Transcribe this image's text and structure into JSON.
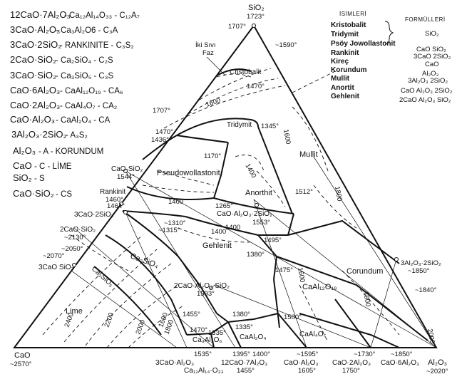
{
  "abbreviations": [
    {
      "formula": "12CaO·7Al₂O₃",
      "mineral": "- Ca₁₂Al₁₄O₃₃ - C₁₂A₇"
    },
    {
      "formula": "3CaO·Al₂O₃",
      "mineral": "- Ca₃Al₂O6 - C₃A"
    },
    {
      "formula": "3CaO·2SiO₂",
      "mineral": "- RANKINITE - C₃S₂"
    },
    {
      "formula": "2CaO·SiO₂",
      "mineral": "- Ca₂SiO₄ - C₂S"
    },
    {
      "formula": "3CaO·SiO₂",
      "mineral": "- Ca₃SiO₅ - C₃S"
    },
    {
      "formula": "CaO·6Al₂O₃",
      "mineral": "- CaAl₁₂O₁₉ - CA₆"
    },
    {
      "formula": "CaO·2Al₂O₃",
      "mineral": "- CaAl₄O₇ - CA₂"
    },
    {
      "formula": "CaO·Al₂O₃",
      "mineral": "- CaAl₂O₄ - CA"
    },
    {
      "formula": "3Al₂O₃·2SiO₂",
      "mineral": "- A₃S₂"
    },
    {
      "formula": "Al₂O₃",
      "mineral": "- A - KORUNDUM"
    },
    {
      "formula": "CaO",
      "mineral": "- C - LİME"
    },
    {
      "formula": "SiO₂",
      "mineral": "- S"
    },
    {
      "formula": "CaO·SiO₂",
      "mineral": "- CS"
    }
  ],
  "legend": {
    "names_header": "İSİMLERİ",
    "formulas_header": "FORMÜLLERİ",
    "names": [
      "Kristobalit",
      "Tridymit",
      "Psöy Jowollastonit",
      "Rankinit",
      "Kireç",
      "Korundum",
      "Mullit",
      "Anortit",
      "Gehlenit"
    ],
    "formulas": [
      "SiO₂",
      "CaO SiO₂",
      "3CaO 2SiO₂",
      "CaO",
      "Al₂O₃",
      "3Al₂O₃ 2SiO₂",
      "CaO Al₂O₃ 2SiO₂",
      "2CaO Al₂O₃ SiO₂"
    ]
  },
  "vertices": {
    "top": {
      "name": "SiO₂",
      "temp": "1723°"
    },
    "left": {
      "name": "CaO",
      "temp": "~2570°"
    },
    "right": {
      "name": "Al₂O₃",
      "temp": "~2020°"
    }
  },
  "phase_fields": {
    "cristobalit": "Cristobalit",
    "tridymit": "Tridymit",
    "pseudowollastonit": "Pseudowollastonit",
    "anorthit": "Anorthit",
    "mullit": "Mullit",
    "gehlenit": "Gehlenit",
    "corundum": "Corundum",
    "lime": "Lime",
    "ca2sio4": "Ca₂SiO₄",
    "ca3sio5": "Ca₃SiO₅",
    "caal12o19": "CaAl₁₂O₁₉",
    "caal4o7": "CaAl₄O₇",
    "caal2o4": "CaAl₂O₄",
    "ca3al2o6": "Ca₃Al₂O₆",
    "iki_sivi_faz": "İki Sıvı\nFaz"
  },
  "compounds": {
    "cao_sio2": "CaO·SiO₂",
    "cao_sio2_t": "1544°",
    "rankinit": "Rankinit",
    "rankinit_t1": "1460°",
    "rankinit_t2": "1464°",
    "c3s2": "3CaO·2SiO₂",
    "c2s": "2CaO·SiO₂",
    "c2s_t": "~2130°",
    "c3s": "3CaO SiO₂",
    "anorthite_comp": "CaO·Al₂O₃·2SiO₂",
    "anorthite_t": "1553°",
    "gehlenite_comp": "2CaO·Al₂O₃·SiO₂",
    "gehlenite_t": "1593°",
    "mullite_comp": "3Al₂O₃·2SiO₂",
    "mullite_t": "~1850°",
    "c3a": "3CaO·Al₂O₃",
    "c12a7": "12CaO·7Al₂O₃",
    "c12a7_t": "1455°",
    "c12a7_mineral": "Ca₁₂Al₁₄·O₃₃",
    "ca": "CaO·Al₂O₃",
    "ca_t": "1605°",
    "ca2": "CaO·2Al₂O₃",
    "ca2_t": "1750°",
    "ca6": "CaO·6Al₂O₃"
  },
  "temperatures": {
    "t1707a": "1707°",
    "t1590": "~1590°",
    "t1707b": "1707°",
    "t1470a": "1470°",
    "t1436": "1436°",
    "t1345": "1345°",
    "t1170": "1170°",
    "t1512": "1512°",
    "t1265": "1265°",
    "t1310": "~1310°",
    "t1315": "~1315°",
    "t1495": "1495°",
    "t1380a": "1380°",
    "t1475": "1475°",
    "t2050": "~2050°",
    "t2070": "~2070°",
    "t1840": "~1840°",
    "t1455": "1455°",
    "t1380b": "1380°",
    "t1470b": "1470°",
    "t1335a": "1335°",
    "t1335b": "1335°",
    "t1500": "1500°",
    "t1535": "1535°",
    "t1395": "1395°",
    "t1400b": "1400°",
    "t1595": "~1595°",
    "t1730": "~1730°",
    "t1850b": "~1850°"
  },
  "isotherms": {
    "i1600a": "1600",
    "i1470": "1470°",
    "i1600b": "1600",
    "i1400a": "1400",
    "i1400b": "1400",
    "i1400c": "1400",
    "i1400d": "1400",
    "i1800": "1800",
    "i1600c": "1600",
    "i1800b": "1800",
    "i2400": "2400",
    "i2200": "2200",
    "i2000": "2000",
    "i1800c": "1800",
    "i1600d": "1600",
    "i2000b": "2000"
  }
}
